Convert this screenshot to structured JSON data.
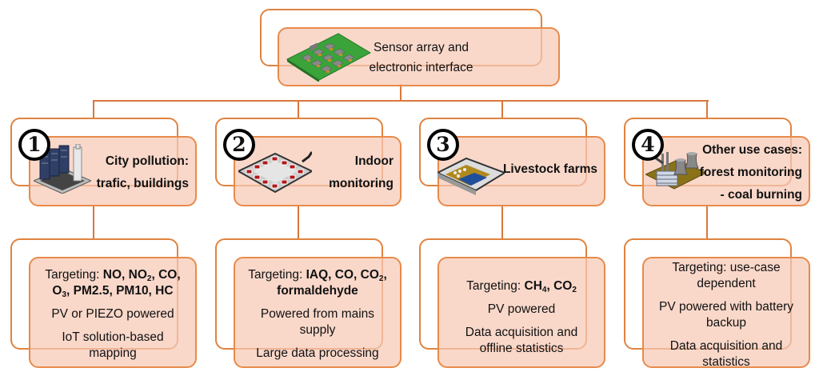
{
  "root": {
    "lines": [
      "Sensor array and",
      "electronic interface"
    ],
    "icon": "sensor-board-icon"
  },
  "columns": [
    {
      "number": "1",
      "title_lines": [
        "City pollution:",
        "trafic, buildings"
      ],
      "icon": "city-buildings-icon",
      "details": [
        [
          [
            {
              "text": "Targeting: "
            },
            {
              "text": "NO, NO",
              "bold": true
            },
            {
              "text": "2",
              "bold": true,
              "sub": true
            },
            {
              "text": ", CO,",
              "bold": true
            }
          ],
          [
            {
              "text": "O",
              "bold": true
            },
            {
              "text": "3",
              "bold": true,
              "sub": true
            },
            {
              "text": ", PM2.5, PM10, HC",
              "bold": true
            }
          ]
        ],
        [
          [
            {
              "text": "PV or PIEZO powered"
            }
          ]
        ],
        [
          [
            {
              "text": "IoT solution-based"
            }
          ],
          [
            {
              "text": "mapping"
            }
          ]
        ]
      ]
    },
    {
      "number": "2",
      "title_lines": [
        "Indoor",
        "monitoring"
      ],
      "icon": "indoor-sensor-layout-icon",
      "details": [
        [
          [
            {
              "text": "Targeting: "
            },
            {
              "text": "IAQ, CO, CO",
              "bold": true
            },
            {
              "text": "2",
              "bold": true,
              "sub": true
            },
            {
              "text": ",",
              "bold": true
            }
          ],
          [
            {
              "text": "formaldehyde",
              "bold": true
            }
          ]
        ],
        [
          [
            {
              "text": "Powered from mains"
            }
          ],
          [
            {
              "text": "supply"
            }
          ]
        ],
        [
          [
            {
              "text": "Large data processing"
            }
          ]
        ]
      ]
    },
    {
      "number": "3",
      "title_lines": [
        "Livestock farms"
      ],
      "icon": "livestock-barn-icon",
      "details": [
        [
          [
            {
              "text": "Targeting: "
            },
            {
              "text": "CH",
              "bold": true
            },
            {
              "text": "4",
              "bold": true,
              "sub": true
            },
            {
              "text": ", CO",
              "bold": true
            },
            {
              "text": "2",
              "bold": true,
              "sub": true
            }
          ]
        ],
        [
          [
            {
              "text": "PV powered"
            }
          ]
        ],
        [
          [
            {
              "text": "Data acquisition and"
            }
          ],
          [
            {
              "text": "offline statistics"
            }
          ]
        ]
      ]
    },
    {
      "number": "4",
      "title_lines": [
        "Other use cases:",
        "forest monitoring",
        "- coal burning"
      ],
      "icon": "power-plant-icon",
      "details": [
        [
          [
            {
              "text": "Targeting: use-case"
            }
          ],
          [
            {
              "text": "dependent"
            }
          ]
        ],
        [
          [
            {
              "text": "PV powered with battery"
            }
          ],
          [
            {
              "text": "backup"
            }
          ]
        ],
        [
          [
            {
              "text": "Data acquisition and"
            }
          ],
          [
            {
              "text": "statistics"
            }
          ]
        ]
      ]
    }
  ],
  "colors": {
    "border": "#e88a4a",
    "fill": "#f6c9b6",
    "connector": "#d9783a"
  }
}
